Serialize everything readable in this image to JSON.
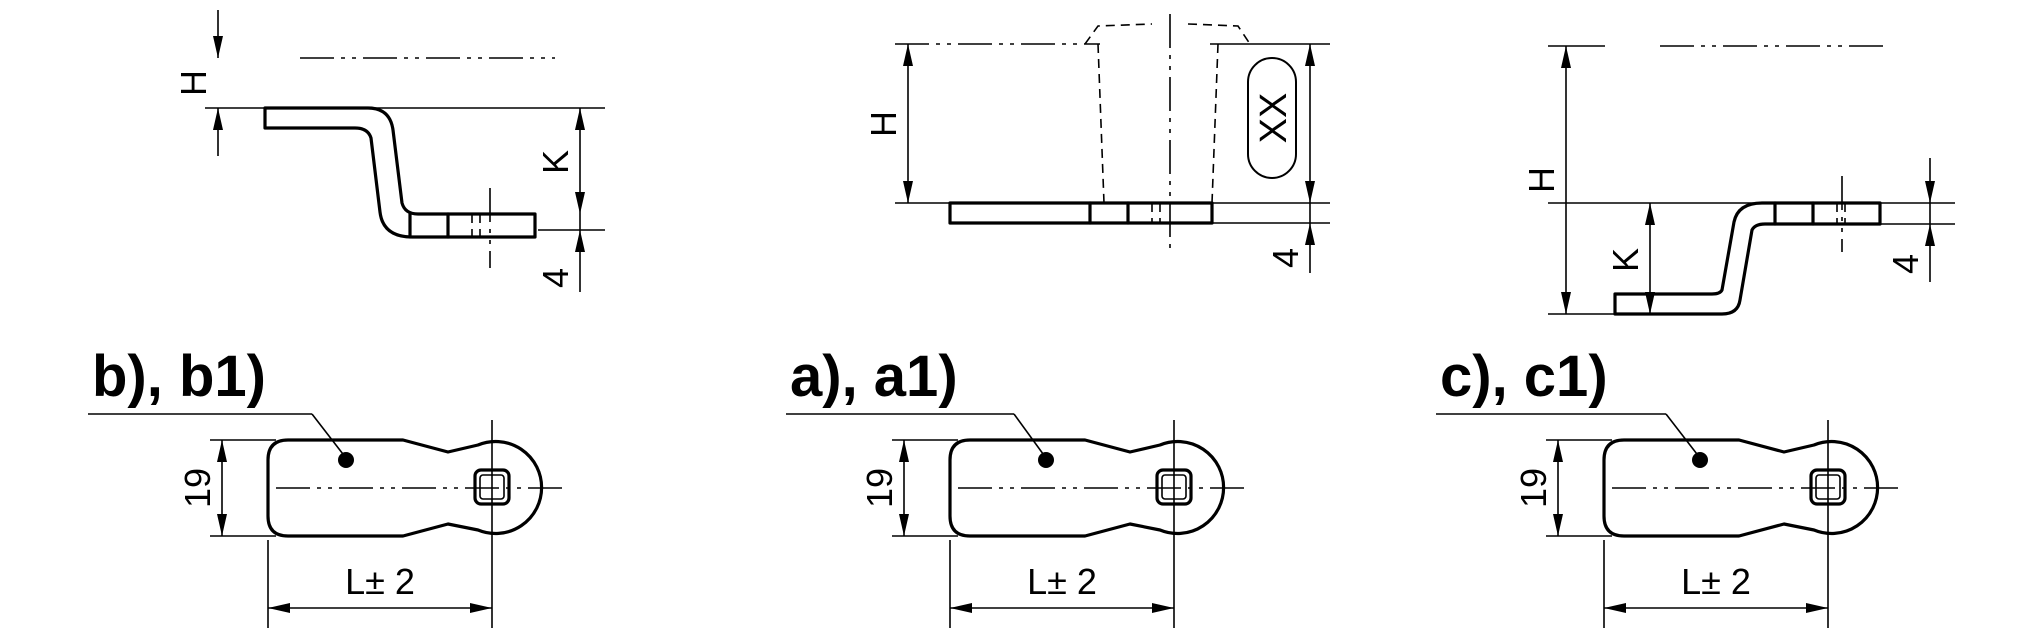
{
  "views": {
    "b": {
      "label": "b), b1)",
      "dim_h": "H",
      "dim_k": "K",
      "dim_4": "4",
      "dim_width": "19",
      "dim_length": "L± 2"
    },
    "a": {
      "label": "a), a1)",
      "dim_h": "H",
      "dim_4": "4",
      "marking": "XX",
      "dim_width": "19",
      "dim_length": "L± 2"
    },
    "c": {
      "label": "c), c1)",
      "dim_h": "H",
      "dim_k": "K",
      "dim_4": "4",
      "dim_width": "19",
      "dim_length": "L± 2"
    }
  }
}
